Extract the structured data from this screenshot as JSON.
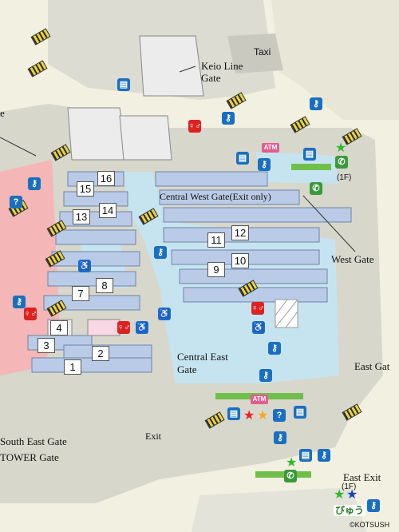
{
  "map": {
    "labels": {
      "taxi": "Taxi",
      "keio_line_gate_1": "Keio Line",
      "keio_line_gate_2": "Gate",
      "central_west_gate": "Central West Gate(Exit only)",
      "west_gate": "West Gate",
      "central_east_gate_1": "Central East",
      "central_east_gate_2": "Gate",
      "east_gate": "East Gat",
      "exit": "Exit",
      "east_exit": "East Exit",
      "south_east_gate": "South East Gate",
      "tower_gate": "TOWER Gate",
      "floor_1f_a": "(1F)",
      "floor_1f_b": "(1F)",
      "left_edge_fragment": "e",
      "copyright": "©KOTSUSH",
      "atm_a": "ATM",
      "atm_b": "ATM",
      "viewcard": "びゅう"
    },
    "platforms": [
      "16",
      "15",
      "14",
      "13",
      "12",
      "11",
      "10",
      "9",
      "8",
      "7",
      "4",
      "3",
      "2",
      "1"
    ],
    "colors": {
      "platform": "#b9cbe6",
      "concourse": "#c6e4f0",
      "pink_zone": "#f4b6b6",
      "building": "#d7d7cc",
      "icon_blue": "#1a6fc0",
      "icon_green": "#3a9a3a"
    }
  }
}
